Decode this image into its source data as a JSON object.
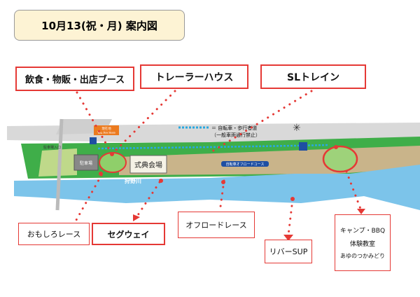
{
  "title": "10月13(祝・月) 案内図",
  "callouts": {
    "food": "飲食・物販・出店ブース",
    "trailer": "トレーラーハウス",
    "sl": "SLトレイン",
    "omoshiro": "おもしろレース",
    "segway": "セグウェイ",
    "offroad": "オフロードレース",
    "sup": "リバーSUP",
    "camp_line1": "キャンプ・BBQ",
    "camp_line2": "体験教室",
    "camp_line3": "あゆのつかみどり"
  },
  "map": {
    "you_are_here_jp": "現在地",
    "you_are_here_en": "You Are Here",
    "parking_entrance": "駐車場入口",
    "parking": "駐車場",
    "ceremony": "式典会場",
    "river": "狩野川",
    "bike_path_line1": "＝ 自転車・歩行者道",
    "bike_path_line2": "（一般車両通行禁止）",
    "offroad_course": "自転車オフロードコース"
  },
  "colors": {
    "accent": "#e53935",
    "river": "#7cc4ea",
    "grass": "#3fae49",
    "path": "#29a8e0"
  }
}
